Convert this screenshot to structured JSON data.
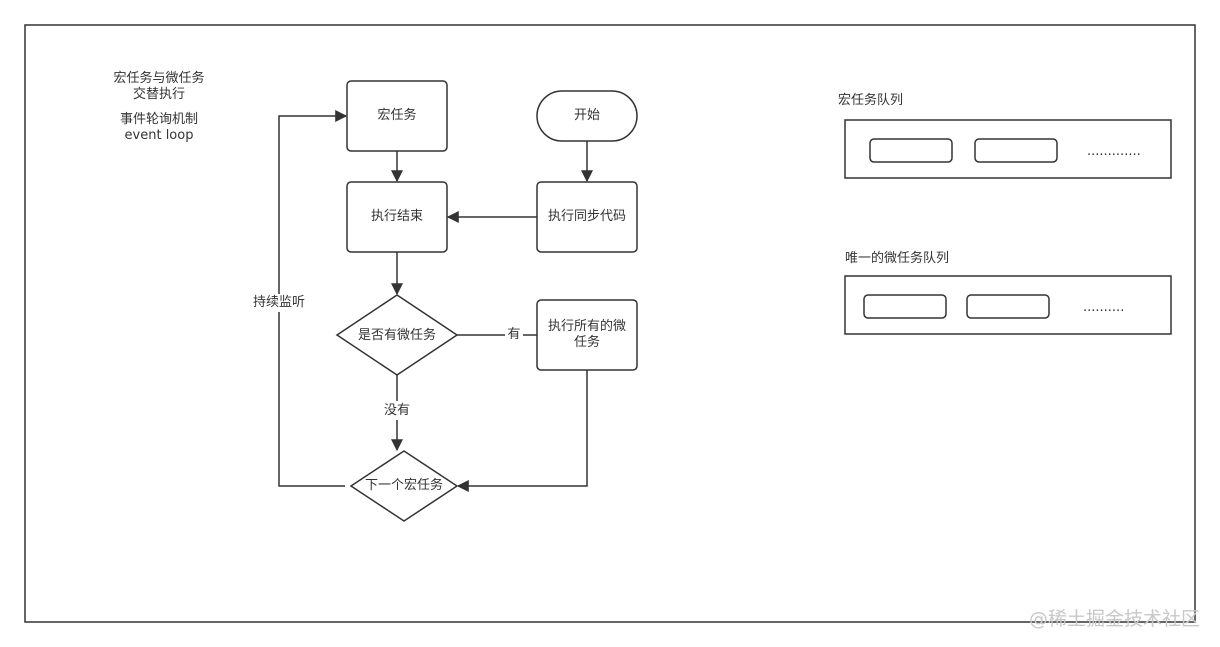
{
  "notes": {
    "line1": "宏任务与微任务",
    "line2": "交替执行",
    "line3": "事件轮询机制",
    "line4": "event loop"
  },
  "nodes": {
    "macro_task": "宏任务",
    "start": "开始",
    "exec_end": "执行结束",
    "exec_sync": "执行同步代码",
    "has_micro": "是否有微任务",
    "exec_all_micro_1": "执行所有的微",
    "exec_all_micro_2": "任务",
    "next_macro": "下一个宏任务"
  },
  "edges": {
    "yes": "有",
    "no": "没有",
    "keep_listening": "持续监听"
  },
  "queues": {
    "macro_title": "宏任务队列",
    "macro_ellipsis": ".............",
    "micro_title": "唯一的微任务队列",
    "micro_ellipsis": ".........."
  },
  "watermark": "@稀土掘金技术社区",
  "colors": {
    "stroke": "#333333",
    "text": "#333333",
    "watermark": "#c8c8c8"
  }
}
